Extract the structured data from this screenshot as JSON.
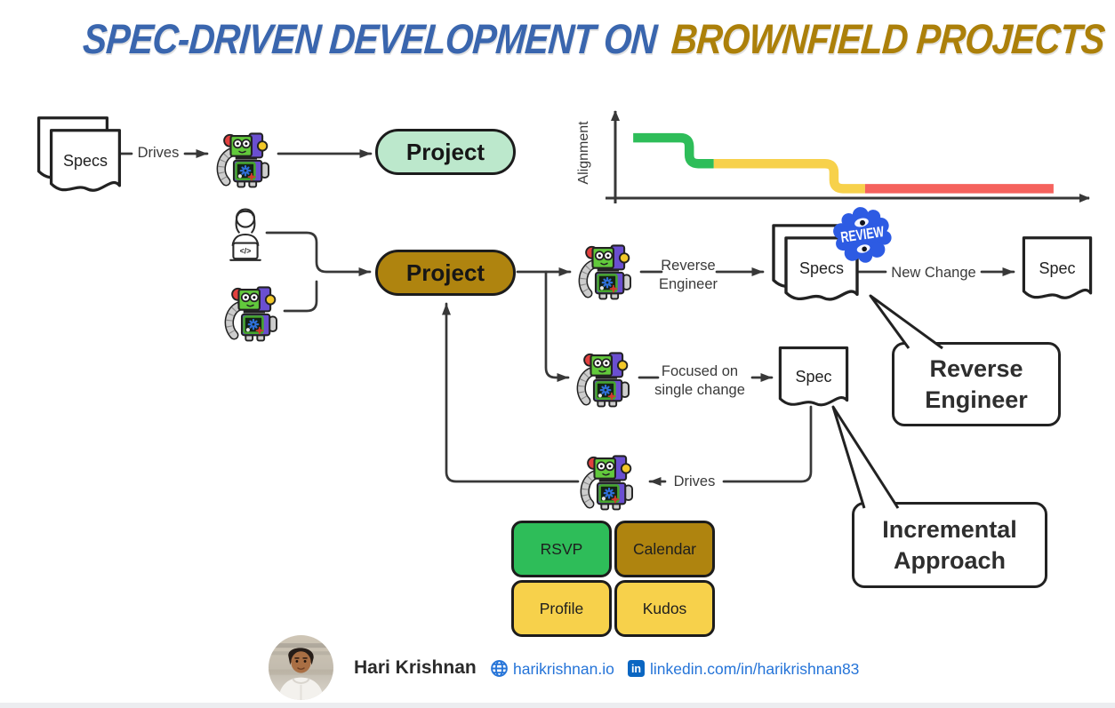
{
  "title": {
    "part1": "SPEC-DRIVEN DEVELOPMENT ON",
    "part2": "BROWNFIELD PROJECTS"
  },
  "colors": {
    "title_blue": "#3A66AE",
    "title_gold": "#AC800A",
    "green": "#2EBD59",
    "yellow": "#F7D14B",
    "red": "#F5625D",
    "brown": "#AF840F",
    "mint": "#BCE8CC",
    "ink": "#383838",
    "review_blue": "#2D5BE3",
    "link_blue": "#2574D8",
    "linkedin_blue": "#0A66C2"
  },
  "icons": {
    "robot": "ai-robot-icon",
    "person": "developer-icon",
    "review": "review-sticker",
    "globe": "globe-icon",
    "linkedin": "linkedin-icon",
    "laptop_code": "</>"
  },
  "top_flow": {
    "specs_doc": "Specs",
    "drives": "Drives",
    "project": "Project"
  },
  "chart_data": {
    "type": "line",
    "title": "",
    "xlabel": "",
    "ylabel": "Alignment",
    "x_axis": {
      "range": [
        0,
        1
      ],
      "ticks": [],
      "arrow": true
    },
    "y_axis": {
      "range": [
        0,
        1
      ],
      "ticks": [],
      "arrow": true
    },
    "grid": false,
    "legend": "none",
    "description": "Step line showing alignment degrading over time: high (green) steps down to medium (yellow), then to low (red)",
    "stroke_width": 10.5,
    "series": [
      {
        "name": "high alignment",
        "color": "#2EBD59",
        "points": [
          [
            0.038,
            0.7
          ],
          [
            0.157,
            0.7
          ],
          [
            0.157,
            0.4
          ],
          [
            0.209,
            0.4
          ]
        ]
      },
      {
        "name": "medium alignment",
        "color": "#F7D14B",
        "points": [
          [
            0.209,
            0.4
          ],
          [
            0.464,
            0.4
          ],
          [
            0.464,
            0.11
          ],
          [
            0.53,
            0.11
          ]
        ]
      },
      {
        "name": "low alignment",
        "color": "#F5625D",
        "points": [
          [
            0.53,
            0.11
          ],
          [
            0.93,
            0.11
          ]
        ]
      }
    ]
  },
  "main_flow": {
    "project": "Project",
    "reverse_engineer_line1": "Reverse",
    "reverse_engineer_line2": "Engineer",
    "specs_doc": "Specs",
    "review_badge": "REVIEW",
    "new_change": "New Change",
    "spec_doc_top": "Spec",
    "focused_line1": "Focused on",
    "focused_line2": "single change",
    "spec_doc_mid": "Spec",
    "drives": "Drives"
  },
  "modules": [
    {
      "label": "RSVP",
      "color": "#2EBD59"
    },
    {
      "label": "Calendar",
      "color": "#AF840F"
    },
    {
      "label": "Profile",
      "color": "#F7D14B"
    },
    {
      "label": "Kudos",
      "color": "#F7D14B"
    }
  ],
  "callouts": [
    {
      "line1": "Reverse",
      "line2": "Engineer"
    },
    {
      "line1": "Incremental",
      "line2": "Approach"
    }
  ],
  "footer": {
    "name": "Hari Krishnan",
    "website": "harikrishnan.io",
    "linkedin": "linkedin.com/in/harikrishnan83",
    "linkedin_icon_text": "in"
  }
}
